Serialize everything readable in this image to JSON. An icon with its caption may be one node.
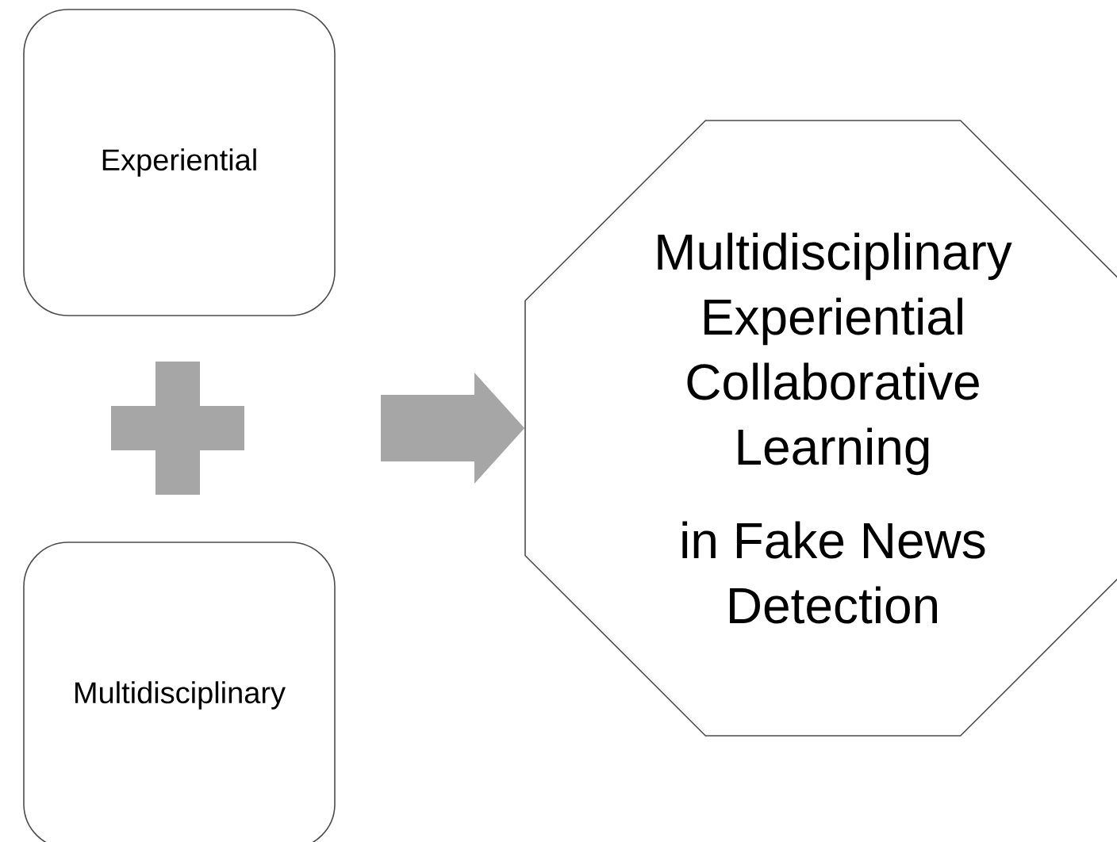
{
  "diagram": {
    "nodes": [
      {
        "text": [
          "Experiential"
        ]
      },
      {
        "text": [],
        "shape": "plus"
      },
      {
        "text": [
          "Multidisciplinary"
        ]
      },
      {
        "text": [
          "Multidisciplinary Experiential Collaborative Learning",
          "in Fake News Detection"
        ]
      }
    ],
    "edges": [
      {
        "from": null,
        "to": 3,
        "arrow": "to"
      }
    ]
  }
}
